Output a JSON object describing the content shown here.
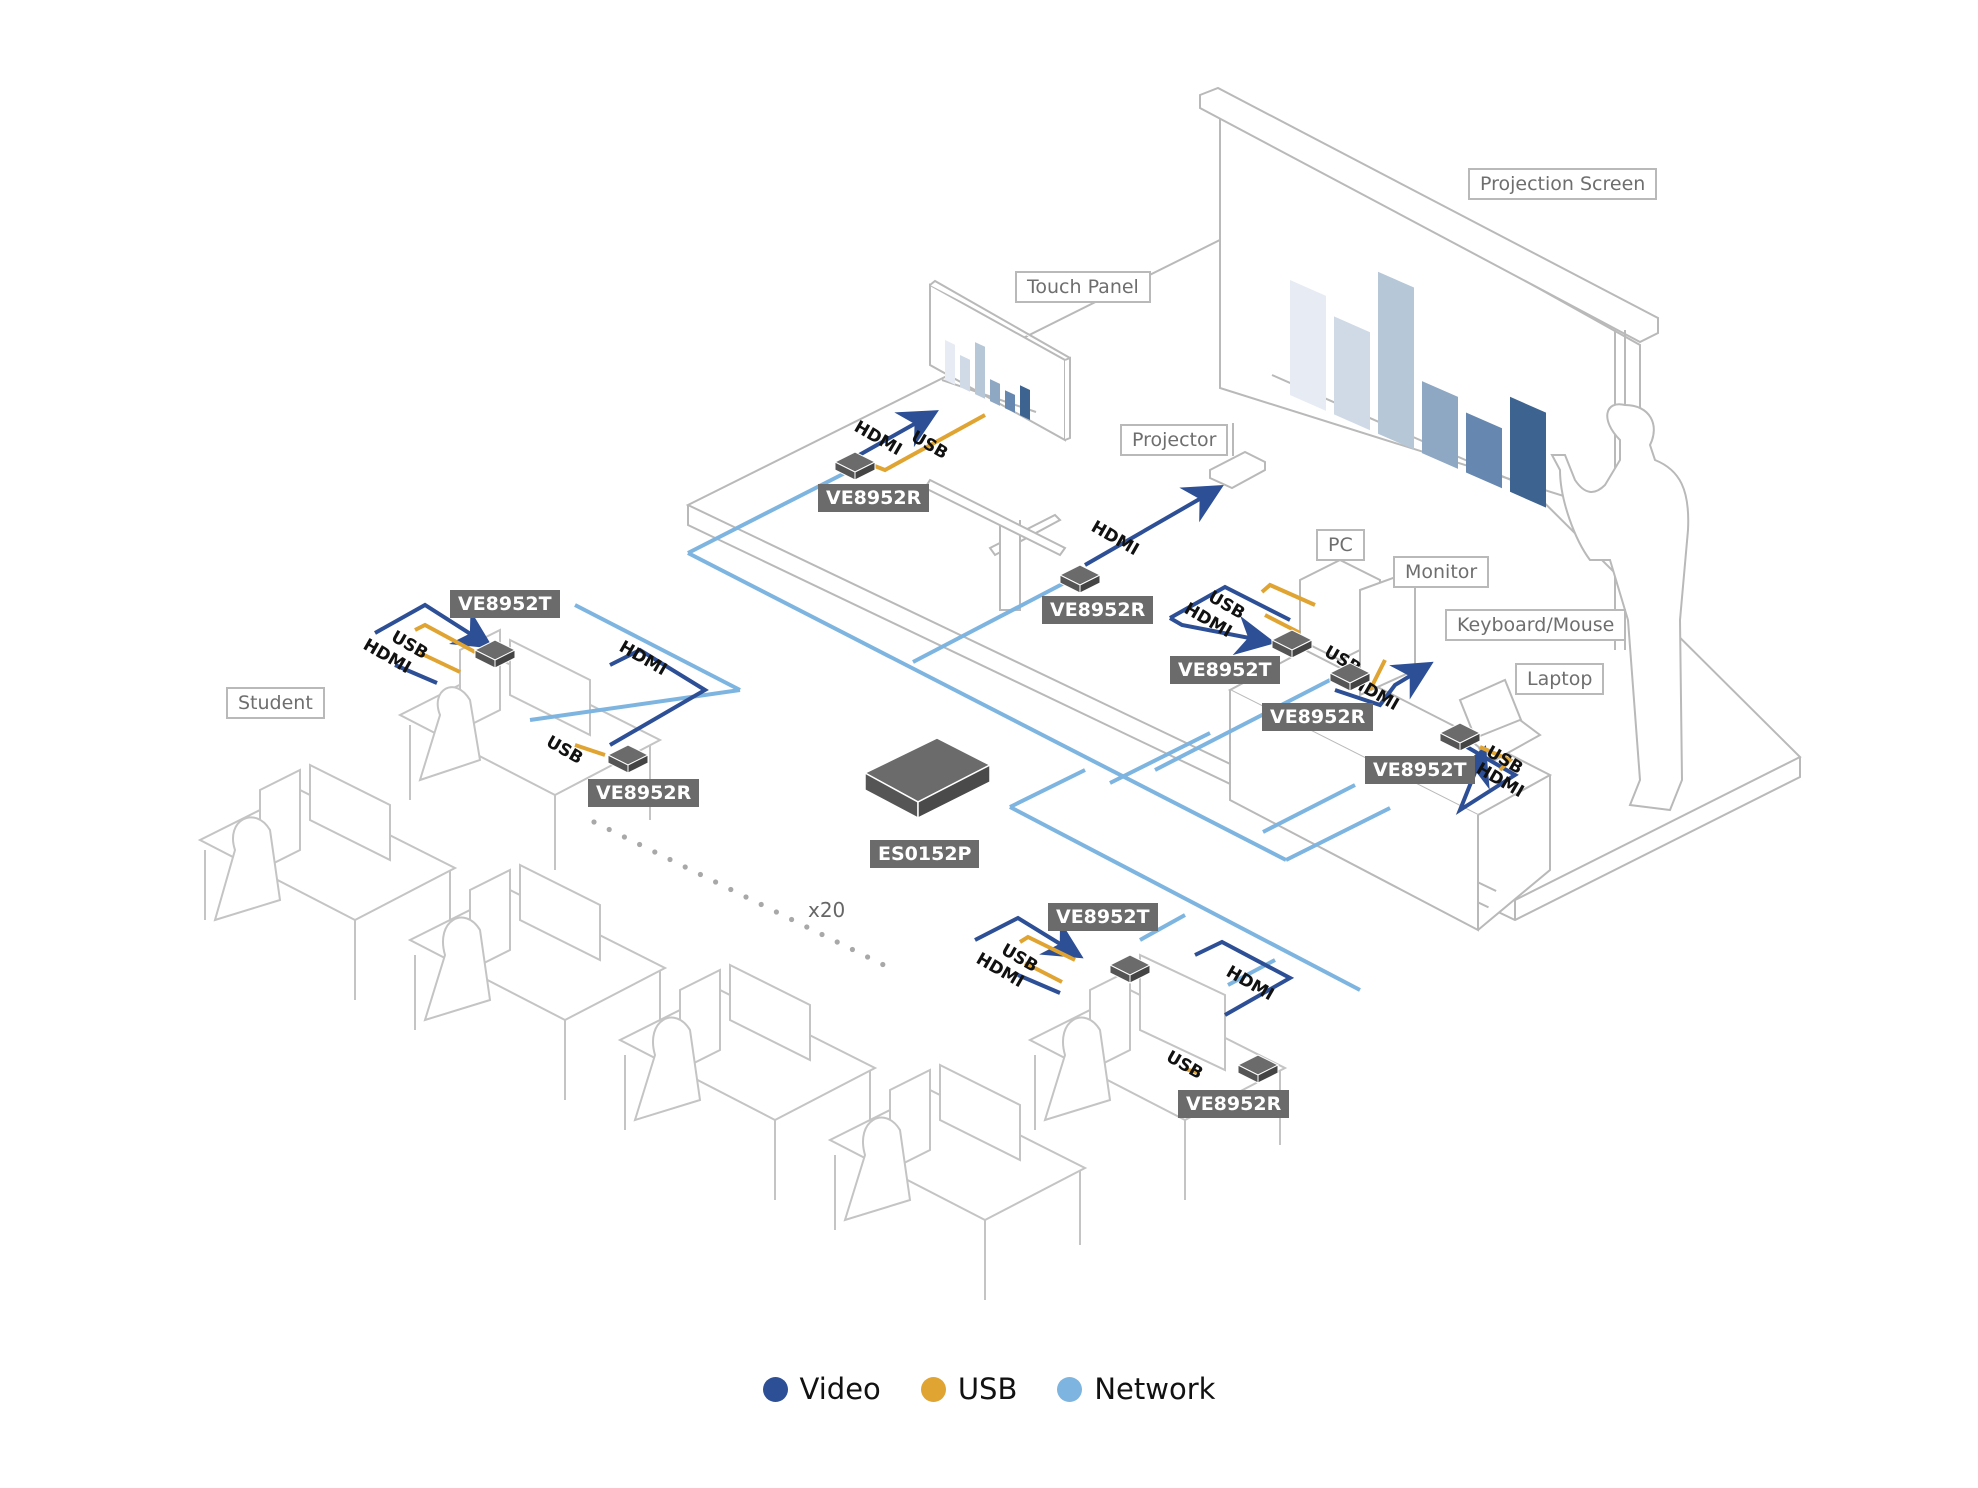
{
  "colors": {
    "video": "#2d4f96",
    "usb": "#e0a432",
    "network": "#7db5e0",
    "outline": "#b9b9b9",
    "device": "#666666",
    "bars": [
      "#e6ebf4",
      "#d0dae6",
      "#b6c7d8",
      "#8ea7c3",
      "#6688b0",
      "#3d6390"
    ]
  },
  "callouts": {
    "projection_screen": "Projection Screen",
    "touch_panel": "Touch Panel",
    "projector": "Projector",
    "pc": "PC",
    "monitor": "Monitor",
    "keyboard_mouse": "Keyboard/Mouse",
    "laptop": "Laptop",
    "student": "Student"
  },
  "devices": {
    "touch_panel_receiver": "VE8952R",
    "projector_receiver": "VE8952R",
    "pc_transmitter": "VE8952T",
    "monitor_receiver": "VE8952R",
    "laptop_transmitter": "VE8952T",
    "student1_transmitter": "VE8952T",
    "student1_receiver": "VE8952R",
    "student20_transmitter": "VE8952T",
    "student20_receiver": "VE8952R",
    "switch": "ES0152P"
  },
  "cable_labels": {
    "hdmi": "HDMI",
    "usb": "USB"
  },
  "multiplier": "x20",
  "legend": [
    {
      "label": "Video",
      "color": "#2d4f96"
    },
    {
      "label": "USB",
      "color": "#e0a432"
    },
    {
      "label": "Network",
      "color": "#7db5e0"
    }
  ]
}
